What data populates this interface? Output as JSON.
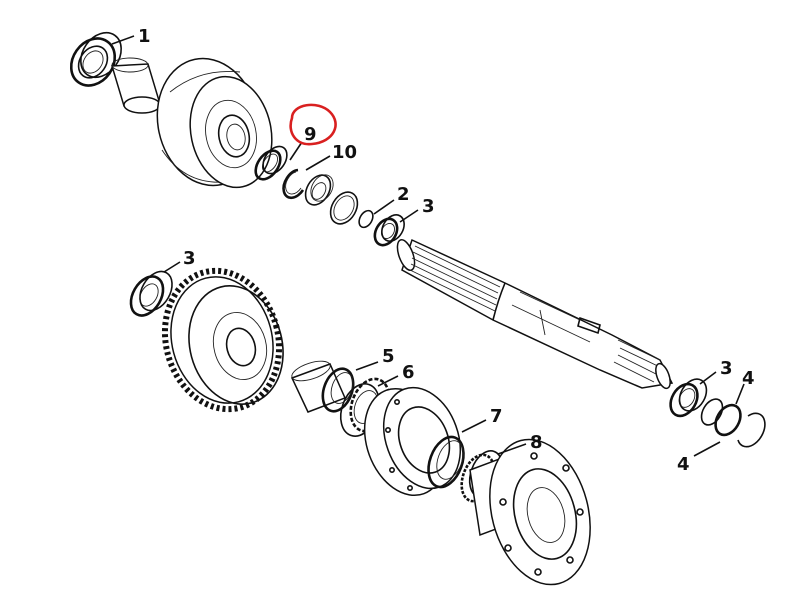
{
  "callouts": [
    {
      "id": "c1",
      "label": "1"
    },
    {
      "id": "c9",
      "label": "9"
    },
    {
      "id": "c10",
      "label": "10"
    },
    {
      "id": "c2",
      "label": "2"
    },
    {
      "id": "c3a",
      "label": "3"
    },
    {
      "id": "c3b",
      "label": "3"
    },
    {
      "id": "c3c",
      "label": "3"
    },
    {
      "id": "c4a",
      "label": "4"
    },
    {
      "id": "c4b",
      "label": "4"
    },
    {
      "id": "c5",
      "label": "5"
    },
    {
      "id": "c6",
      "label": "6"
    },
    {
      "id": "c7",
      "label": "7"
    },
    {
      "id": "c8",
      "label": "8"
    }
  ],
  "colors": {
    "line": "#111111",
    "highlight_circle": "#d92020",
    "background": "#ffffff"
  }
}
